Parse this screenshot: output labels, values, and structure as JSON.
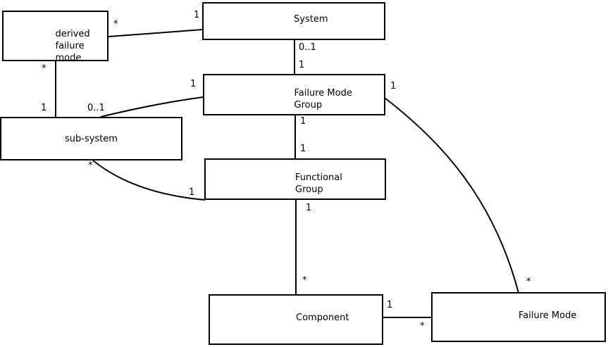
{
  "diagram": {
    "type": "uml-class-diagram",
    "background_color": "#ffffff",
    "line_color": "#000000",
    "text_color": "#000000",
    "boxes": {
      "derived_failure_mode": {
        "line1": "derived",
        "line2": "failure",
        "line3": "mode"
      },
      "system": {
        "label": "System"
      },
      "failure_mode_group": {
        "line1": "Failure Mode",
        "line2": "Group"
      },
      "sub_system": {
        "label": "sub-system"
      },
      "functional_group": {
        "line1": "Functional",
        "line2": "Group"
      },
      "component": {
        "label": "Component"
      },
      "failure_mode": {
        "label": "Failure Mode"
      }
    },
    "relationships": [
      {
        "from": "System",
        "to": "derived failure mode",
        "from_label": "1",
        "to_label": "*"
      },
      {
        "from": "System",
        "to": "Failure Mode Group",
        "from_label": "0..1",
        "to_label": "1"
      },
      {
        "from": "derived failure mode",
        "to": "sub-system",
        "from_label": "*",
        "to_label": "1"
      },
      {
        "from": "Failure Mode Group",
        "to": "sub-system",
        "from_label": "1",
        "to_label": "0..1"
      },
      {
        "from": "Failure Mode Group",
        "to": "Functional Group",
        "from_label": "1",
        "to_label": "1"
      },
      {
        "from": "sub-system",
        "to": "Functional Group",
        "from_label": "*",
        "to_label": "1"
      },
      {
        "from": "Functional Group",
        "to": "Component",
        "from_label": "1",
        "to_label": "*"
      },
      {
        "from": "Failure Mode Group",
        "to": "Failure Mode",
        "from_label": "1",
        "to_label": "*"
      },
      {
        "from": "Component",
        "to": "Failure Mode",
        "from_label": "1",
        "to_label": "*"
      }
    ]
  }
}
